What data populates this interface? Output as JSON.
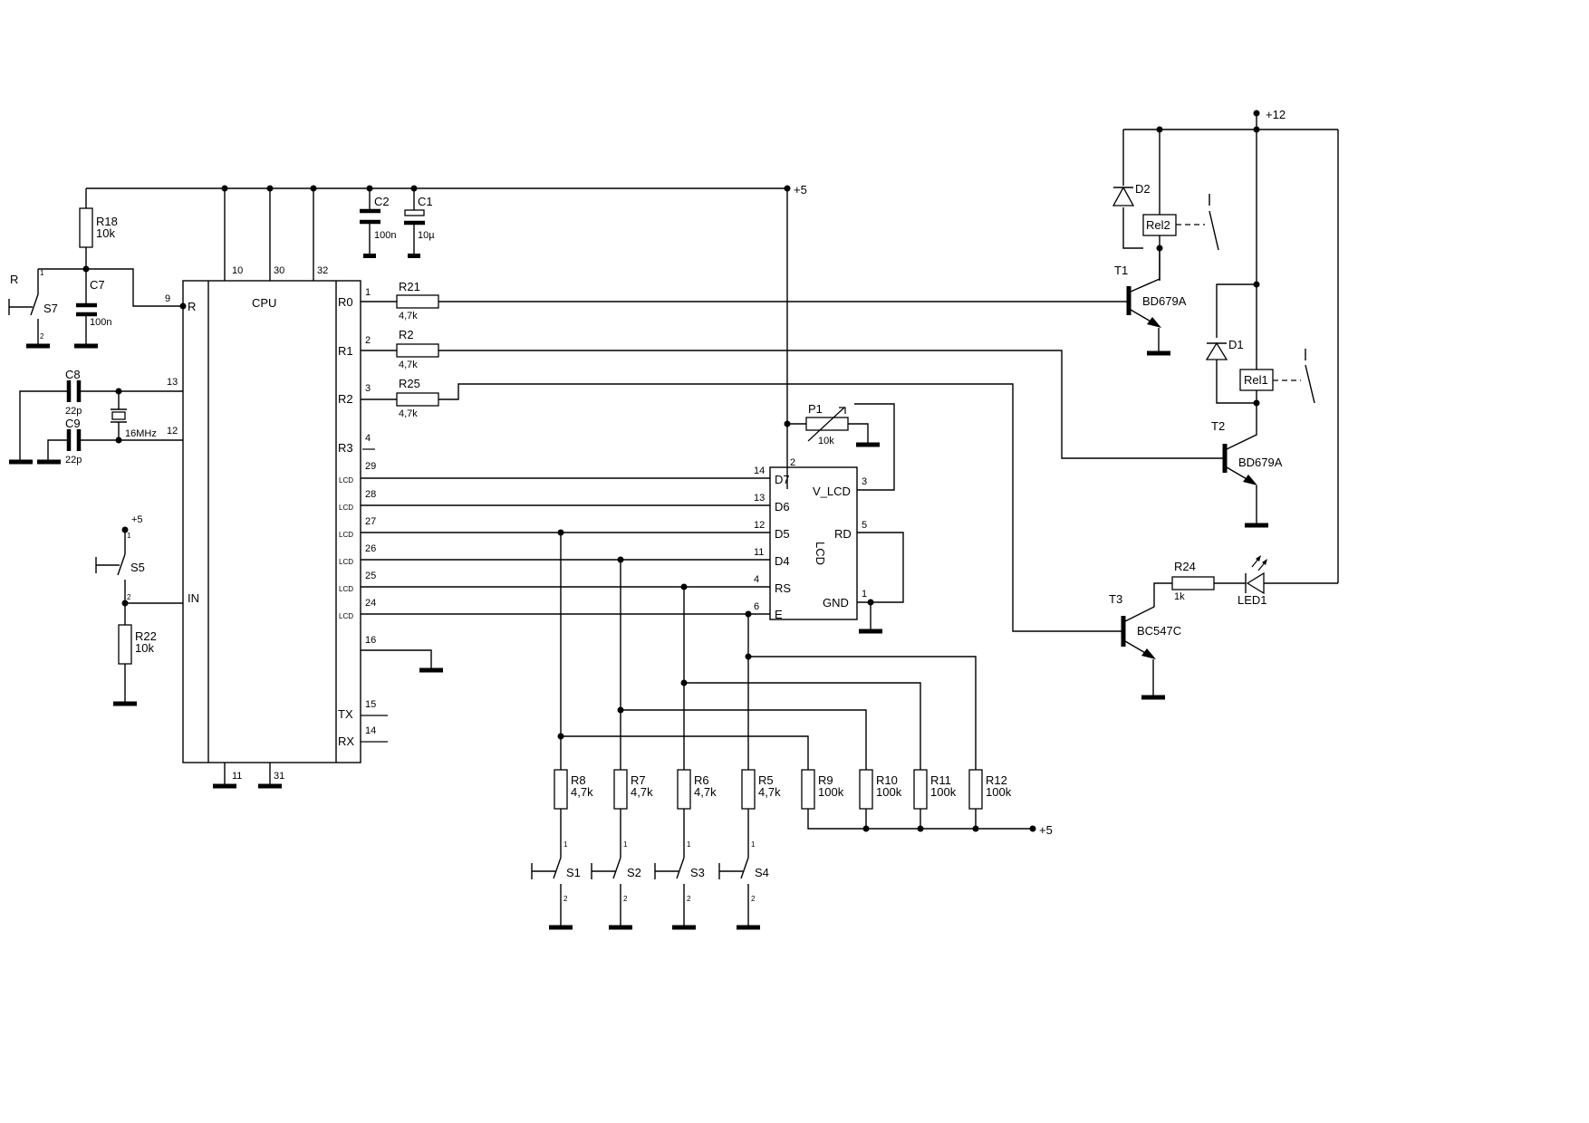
{
  "schematic": {
    "cpu": {
      "title": "CPU",
      "pin_9": "9",
      "pin_13": "13",
      "pin_12": "12",
      "pin_10": "10",
      "pin_30": "30",
      "pin_32": "32",
      "pin_11": "11",
      "pin_31": "31",
      "pin_reset_label": "R",
      "pin_in_label": "IN",
      "right_pins": [
        {
          "num": "1",
          "label": "R0"
        },
        {
          "num": "2",
          "label": "R1"
        },
        {
          "num": "3",
          "label": "R2"
        },
        {
          "num": "4",
          "label": "R3"
        },
        {
          "num": "29",
          "label": "LCD"
        },
        {
          "num": "28",
          "label": "LCD"
        },
        {
          "num": "27",
          "label": "LCD"
        },
        {
          "num": "26",
          "label": "LCD"
        },
        {
          "num": "25",
          "label": "LCD"
        },
        {
          "num": "24",
          "label": "LCD"
        },
        {
          "num": "16",
          "label": ""
        },
        {
          "num": "15",
          "label": "TX"
        },
        {
          "num": "14",
          "label": "RX"
        }
      ]
    },
    "lcd": {
      "title": "LCD",
      "pins_left": [
        {
          "num": "14",
          "label": "D7"
        },
        {
          "num": "13",
          "label": "D6"
        },
        {
          "num": "12",
          "label": "D5"
        },
        {
          "num": "11",
          "label": "D4"
        },
        {
          "num": "4",
          "label": "RS"
        },
        {
          "num": "6",
          "label": "E"
        }
      ],
      "pin_vlcd": "V_LCD",
      "pin_vlcd_num": "3",
      "pin_top_num": "2",
      "pin_rd": "RD",
      "pin_rd_num": "5",
      "pin_gnd": "GND",
      "pin_gnd_num": "1"
    },
    "supply": {
      "plus5": "+5",
      "plus12": "+12"
    },
    "resistors": {
      "R18": {
        "name": "R18",
        "value": "10k"
      },
      "R21": {
        "name": "R21",
        "value": "4,7k"
      },
      "R2": {
        "name": "R2",
        "value": "4,7k"
      },
      "R25": {
        "name": "R25",
        "value": "4,7k"
      },
      "R22": {
        "name": "R22",
        "value": "10k"
      },
      "R24": {
        "name": "R24",
        "value": "1k"
      },
      "R8": {
        "name": "R8",
        "value": "4,7k"
      },
      "R7": {
        "name": "R7",
        "value": "4,7k"
      },
      "R6": {
        "name": "R6",
        "value": "4,7k"
      },
      "R5": {
        "name": "R5",
        "value": "4,7k"
      },
      "R9": {
        "name": "R9",
        "value": "100k"
      },
      "R10": {
        "name": "R10",
        "value": "100k"
      },
      "R11": {
        "name": "R11",
        "value": "100k"
      },
      "R12": {
        "name": "R12",
        "value": "100k"
      },
      "P1": {
        "name": "P1",
        "value": "10k"
      }
    },
    "capacitors": {
      "C1": {
        "name": "C1",
        "value": "10µ"
      },
      "C2": {
        "name": "C2",
        "value": "100n"
      },
      "C7": {
        "name": "C7",
        "value": "100n"
      },
      "C8": {
        "name": "C8",
        "value": "22p"
      },
      "C9": {
        "name": "C9",
        "value": "22p"
      }
    },
    "crystal": {
      "value": "16MHz"
    },
    "switches": {
      "S7": "S7",
      "S7_ref": "R",
      "S5": "S5",
      "S1": "S1",
      "S2": "S2",
      "S3": "S3",
      "S4": "S4",
      "pin1": "1",
      "pin2": "2"
    },
    "transistors": {
      "T1": {
        "name": "T1",
        "type": "BD679A"
      },
      "T2": {
        "name": "T2",
        "type": "BD679A"
      },
      "T3": {
        "name": "T3",
        "type": "BC547C"
      }
    },
    "diodes": {
      "D1": "D1",
      "D2": "D2",
      "LED1": "LED1"
    },
    "relays": {
      "Rel1": "Rel1",
      "Rel2": "Rel2"
    }
  }
}
